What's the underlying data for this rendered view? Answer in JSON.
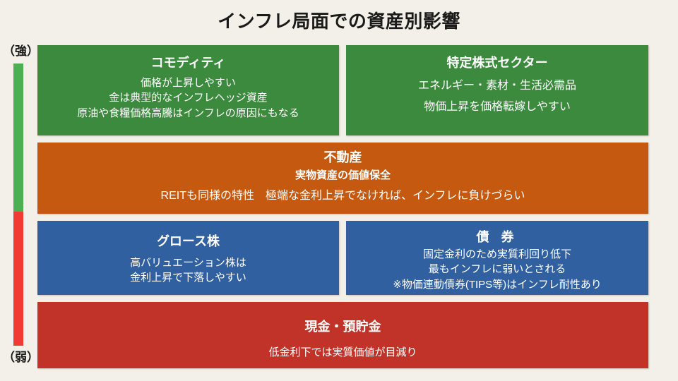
{
  "slide": {
    "title": "インフレ局面での資産別影響",
    "background_color": "#f3f0ea"
  },
  "gauge": {
    "top_label": "（強）",
    "bottom_label": "（弱）",
    "strong_color": "#4caf50",
    "weak_color": "#ef3b33"
  },
  "boxes": [
    {
      "id": "commodity",
      "title": "コモディティ",
      "sub": "",
      "lines": [
        "価格が上昇しやすい",
        "金は典型的なインフレヘッジ資産",
        "原油や食糧価格高騰はインフレの原因にもなる"
      ],
      "color": "#3c8a3d"
    },
    {
      "id": "equity-sector",
      "title": "特定株式セクター",
      "sub": "",
      "lines": [
        "エネルギー・素材・生活必需品",
        "物価上昇を価格転嫁しやすい"
      ],
      "color": "#3c8a3d"
    },
    {
      "id": "realestate",
      "title": "不動産",
      "sub": "実物資産の価値保全",
      "lines": [
        "REITも同様の特性　極端な金利上昇でなければ、インフレに負けづらい"
      ],
      "color": "#c4590f"
    },
    {
      "id": "growth",
      "title": "グロース株",
      "sub": "",
      "lines": [
        "高バリュエーション株は",
        "金利上昇で下落しやすい"
      ],
      "color": "#30609f"
    },
    {
      "id": "bonds",
      "title": "債 券",
      "sub": "",
      "lines": [
        "固定金利のため実質利回り低下",
        "最もインフレに弱いとされる",
        "※物価連動債券(TIPS等)はインフレ耐性あり"
      ],
      "color": "#30609f"
    },
    {
      "id": "cash",
      "title": "現金・預貯金",
      "sub": "",
      "lines": [
        "低金利下では実質価値が目減り"
      ],
      "color": "#c13329"
    }
  ]
}
